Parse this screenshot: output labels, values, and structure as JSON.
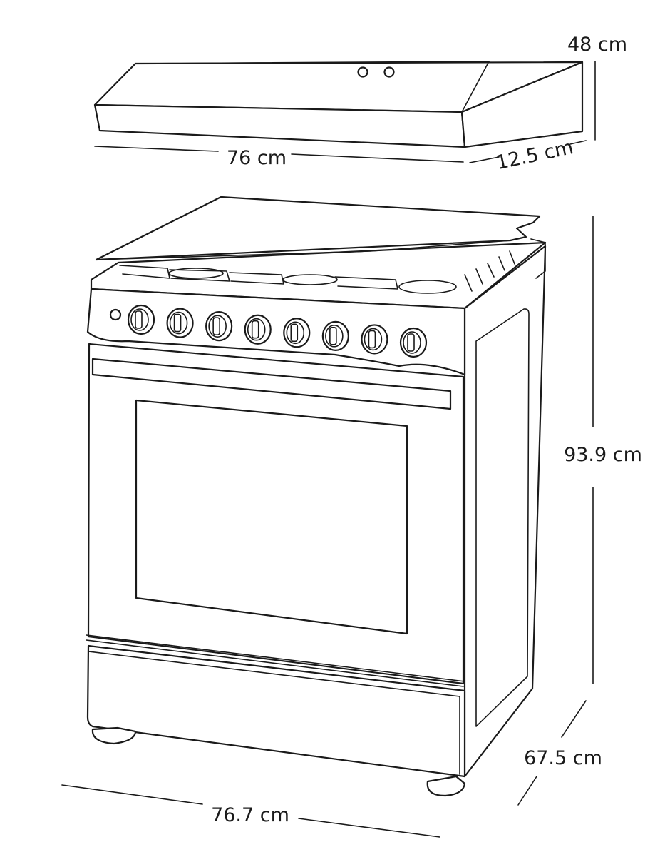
{
  "hood": {
    "height_label": "48 cm",
    "width_label": "76 cm",
    "depth_label": "12.5 cm"
  },
  "range": {
    "height_label": "93.9 cm",
    "depth_label": "67.5 cm",
    "width_label": "76.7 cm",
    "knob_count": 8
  },
  "colors": {
    "line": "#1a1a1a",
    "background": "#ffffff"
  }
}
